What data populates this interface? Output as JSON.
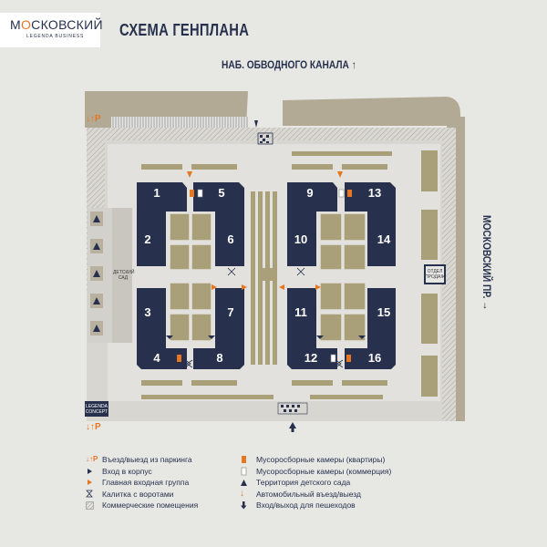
{
  "header": {
    "logo_main_pre": "М",
    "logo_main_o": "О",
    "logo_main_post": "СКОВСКИЙ",
    "logo_sub": "LEGENDA BUSINESS",
    "title": "СХЕМА ГЕНПЛАНА"
  },
  "streets": {
    "top": "НАБ. ОБВОДНОГО КАНАЛА",
    "right": "МОСКОВСКИЙ ПР."
  },
  "buildings": [
    "1",
    "5",
    "2",
    "6",
    "3",
    "7",
    "4",
    "8",
    "9",
    "13",
    "10",
    "14",
    "11",
    "15",
    "12",
    "16"
  ],
  "labels": {
    "kindergarten_line1": "ДЕТСКИЙ",
    "kindergarten_line2": "САД",
    "sales_line1": "ОТДЕЛ",
    "sales_line2": "ПРОДАЖ",
    "office_line1": "LEGENDA",
    "office_line2": "CONCEPT",
    "parking_top": "↓↑P",
    "parking_bottom": "↓↑P"
  },
  "legend": {
    "left": [
      {
        "icon": "parking-icon",
        "text": "Въезд/выезд из паркинга"
      },
      {
        "icon": "entrance-triangle-icon",
        "text": "Вход в корпус"
      },
      {
        "icon": "main-entrance-icon",
        "text": "Главная входная группа"
      },
      {
        "icon": "gate-icon",
        "text": "Калитка с воротами"
      },
      {
        "icon": "commercial-icon",
        "text": "Коммерческие помещения"
      }
    ],
    "right": [
      {
        "icon": "waste-apartments-icon",
        "text": "Мусоросборные камеры (квартиры)"
      },
      {
        "icon": "waste-commerce-icon",
        "text": "Мусоросборные камеры (коммерция)"
      },
      {
        "icon": "kindergarten-icon",
        "text": "Территория детского сада"
      },
      {
        "icon": "car-entry-icon",
        "text": "Автомобильный въезд/выезд"
      },
      {
        "icon": "pedestrian-icon",
        "text": "Вход/выход для пешеходов"
      }
    ]
  },
  "colors": {
    "background": "#e7e7e4",
    "building": "#27314d",
    "greenery": "#a9a07a",
    "accent": "#e57722",
    "road": "#b2aa95",
    "site": "#d6d5d0"
  }
}
